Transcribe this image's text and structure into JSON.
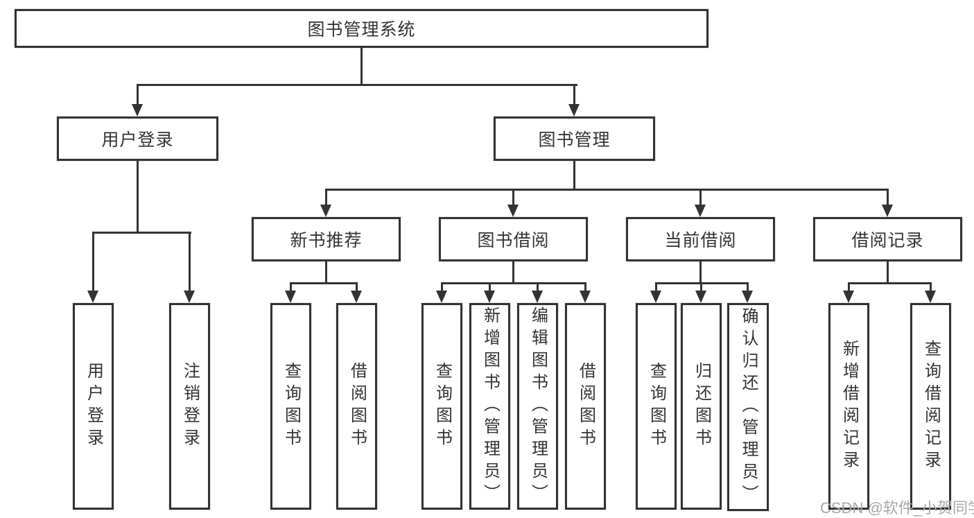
{
  "colors": {
    "line": "#333333",
    "box_border": "#333333",
    "text": "#333333",
    "watermark": "#a8a8a8",
    "background": "#ffffff"
  },
  "watermark": "CSDN @软件_小贺同学",
  "diagram": {
    "root": "图书管理系统",
    "branches": [
      {
        "label": "用户登录",
        "children": [
          "用户登录",
          "注销登录"
        ]
      },
      {
        "label": "图书管理",
        "groups": [
          {
            "label": "新书推荐",
            "children": [
              "查询图书",
              "借阅图书"
            ]
          },
          {
            "label": "图书借阅",
            "children": [
              "查询图书",
              "新增图书（管理员）",
              "编辑图书（管理员）",
              "借阅图书"
            ]
          },
          {
            "label": "当前借阅",
            "children": [
              "查询图书",
              "归还图书",
              "确认归还（管理员）"
            ]
          },
          {
            "label": "借阅记录",
            "children": [
              "新增借阅记录",
              "查询借阅记录"
            ]
          }
        ]
      }
    ]
  }
}
